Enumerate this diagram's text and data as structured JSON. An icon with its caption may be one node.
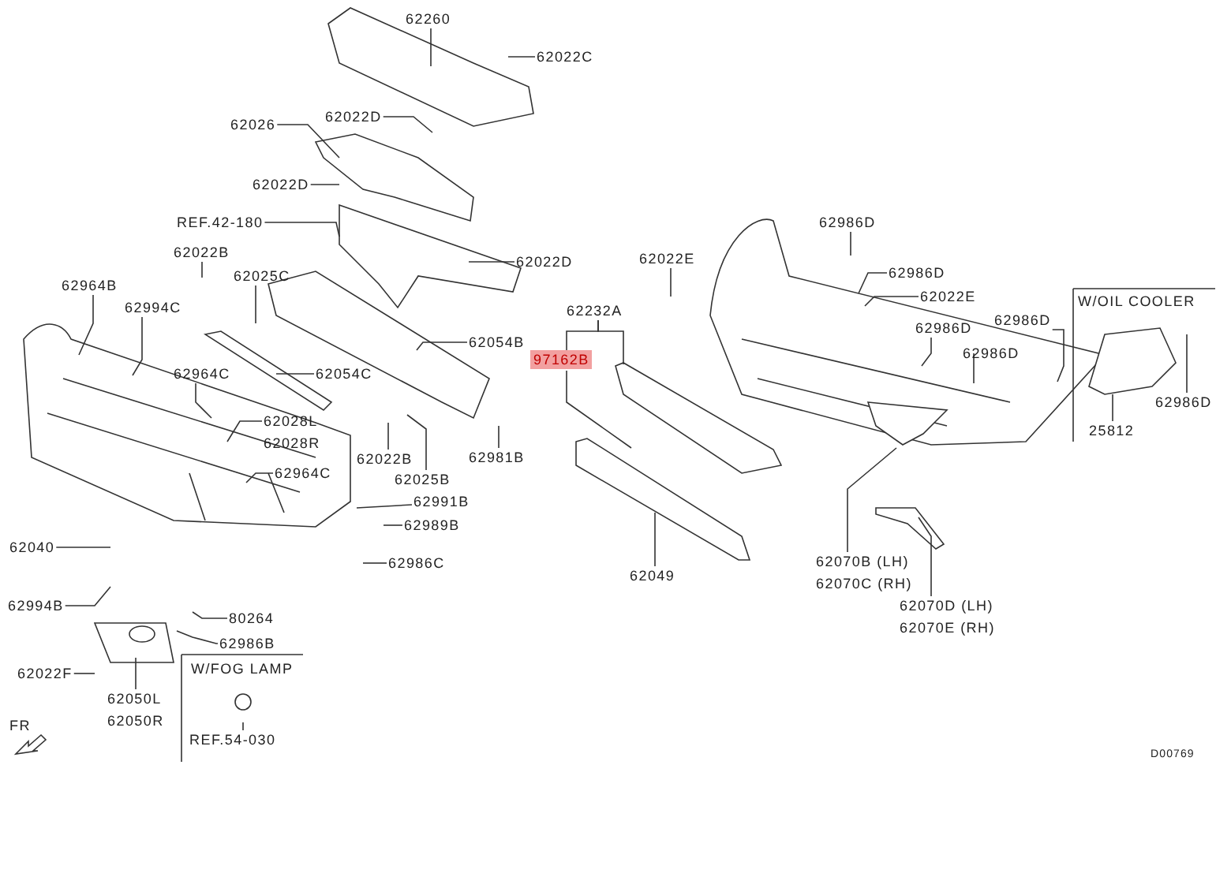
{
  "diagram": {
    "nodes": [
      {
        "text": [
          "62260"
        ]
      },
      {
        "text": [
          "62022C"
        ]
      },
      {
        "text": [
          "62026"
        ]
      },
      {
        "text": [
          "62022D"
        ]
      },
      {
        "text": [
          "62022D"
        ]
      },
      {
        "text": [
          "REF.42-180"
        ]
      },
      {
        "text": [
          "62022D"
        ]
      },
      {
        "text": [
          "62022B"
        ]
      },
      {
        "text": [
          "62025C"
        ]
      },
      {
        "text": [
          "62964B"
        ]
      },
      {
        "text": [
          "62994C"
        ]
      },
      {
        "text": [
          "62054B"
        ]
      },
      {
        "text": [
          "62964C"
        ]
      },
      {
        "text": [
          "62054C"
        ]
      },
      {
        "text": [
          "62028L",
          "62028R"
        ]
      },
      {
        "text": [
          "62964C"
        ]
      },
      {
        "text": [
          "62022B"
        ]
      },
      {
        "text": [
          "62025B"
        ]
      },
      {
        "text": [
          "62981B"
        ]
      },
      {
        "text": [
          "62991B"
        ]
      },
      {
        "text": [
          "62989B"
        ]
      },
      {
        "text": [
          "62986C"
        ]
      },
      {
        "text": [
          "62040"
        ]
      },
      {
        "text": [
          "62994B"
        ]
      },
      {
        "text": [
          "80264"
        ]
      },
      {
        "text": [
          "62986B"
        ]
      },
      {
        "text": [
          "62022F"
        ]
      },
      {
        "text": [
          "62050L",
          "62050R"
        ]
      },
      {
        "text": [
          "REF.54-030"
        ]
      },
      {
        "text": [
          "62232A"
        ]
      },
      {
        "text": [
          "97162B"
        ]
      },
      {
        "text": [
          "62049"
        ]
      },
      {
        "text": [
          "62022E"
        ]
      },
      {
        "text": [
          "62986D"
        ]
      },
      {
        "text": [
          "62986D"
        ]
      },
      {
        "text": [
          "62022E"
        ]
      },
      {
        "text": [
          "62986D"
        ]
      },
      {
        "text": [
          "62986D"
        ]
      },
      {
        "text": [
          "62986D"
        ]
      },
      {
        "text": [
          "62070B (LH)",
          "62070C (RH)"
        ]
      },
      {
        "text": [
          "62070D (LH)",
          "62070E (RH)"
        ]
      },
      {
        "text": [
          "25812"
        ]
      },
      {
        "text": [
          "62986D"
        ]
      }
    ],
    "edges": [
      {
        "from": 0,
        "to": null,
        "arrow": "none"
      },
      {
        "from": 1,
        "to": null,
        "arrow": "none"
      },
      {
        "from": 2,
        "to": null,
        "arrow": "none"
      },
      {
        "from": 3,
        "to": null,
        "arrow": "none"
      },
      {
        "from": 4,
        "to": null,
        "arrow": "none"
      },
      {
        "from": 5,
        "to": null,
        "arrow": "none"
      },
      {
        "from": 6,
        "to": null,
        "arrow": "none"
      },
      {
        "from": 7,
        "to": null,
        "arrow": "none"
      },
      {
        "from": 8,
        "to": null,
        "arrow": "none"
      },
      {
        "from": 9,
        "to": null,
        "arrow": "none"
      },
      {
        "from": 10,
        "to": null,
        "arrow": "none"
      },
      {
        "from": 11,
        "to": null,
        "arrow": "none"
      },
      {
        "from": 12,
        "to": null,
        "arrow": "none"
      },
      {
        "from": 13,
        "to": null,
        "arrow": "none"
      },
      {
        "from": 14,
        "to": null,
        "arrow": "none"
      },
      {
        "from": 15,
        "to": null,
        "arrow": "none"
      },
      {
        "from": 16,
        "to": null,
        "arrow": "none"
      },
      {
        "from": 17,
        "to": null,
        "arrow": "none"
      },
      {
        "from": 18,
        "to": null,
        "arrow": "none"
      },
      {
        "from": 19,
        "to": null,
        "arrow": "none"
      },
      {
        "from": 20,
        "to": null,
        "arrow": "none"
      },
      {
        "from": 21,
        "to": null,
        "arrow": "none"
      },
      {
        "from": 22,
        "to": null,
        "arrow": "none"
      },
      {
        "from": 23,
        "to": null,
        "arrow": "none"
      },
      {
        "from": 24,
        "to": null,
        "arrow": "none"
      },
      {
        "from": 25,
        "to": null,
        "arrow": "none"
      },
      {
        "from": 26,
        "to": null,
        "arrow": "none"
      },
      {
        "from": 27,
        "to": null,
        "arrow": "none"
      },
      {
        "from": 28,
        "to": null,
        "arrow": "none"
      },
      {
        "from": 29,
        "to": null,
        "arrow": "none"
      },
      {
        "from": 29,
        "to": 30,
        "arrow": "none"
      },
      {
        "from": 30,
        "to": null,
        "arrow": "none"
      },
      {
        "from": 31,
        "to": null,
        "arrow": "none"
      },
      {
        "from": 32,
        "to": null,
        "arrow": "none"
      },
      {
        "from": 33,
        "to": null,
        "arrow": "none"
      },
      {
        "from": 34,
        "to": null,
        "arrow": "none"
      },
      {
        "from": 35,
        "to": null,
        "arrow": "none"
      },
      {
        "from": 36,
        "to": null,
        "arrow": "none"
      },
      {
        "from": 37,
        "to": null,
        "arrow": "none"
      },
      {
        "from": 38,
        "to": null,
        "arrow": "none"
      },
      {
        "from": 39,
        "to": null,
        "arrow": "none"
      },
      {
        "from": 40,
        "to": null,
        "arrow": "none"
      },
      {
        "from": 41,
        "to": null,
        "arrow": "none"
      },
      {
        "from": 42,
        "to": null,
        "arrow": "none"
      }
    ],
    "labels": [
      "W/FOG LAMP",
      "W/OIL COOLER",
      "FR",
      "D00769"
    ]
  }
}
